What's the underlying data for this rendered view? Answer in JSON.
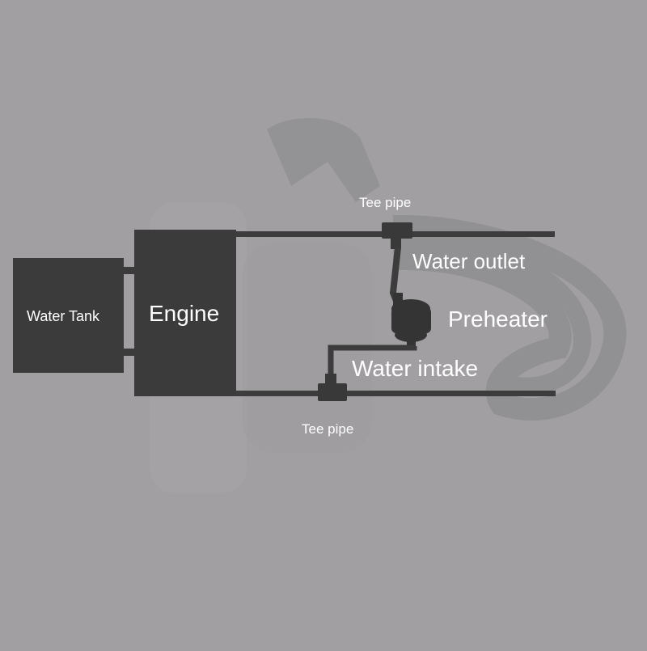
{
  "diagram": {
    "nodes": {
      "water_tank": {
        "label": "Water Tank"
      },
      "engine": {
        "label": "Engine"
      },
      "tee_top": {
        "label": "Tee pipe"
      },
      "tee_bottom": {
        "label": "Tee pipe"
      },
      "preheater": {
        "label": "Preheater"
      }
    },
    "pipe_labels": {
      "outlet": "Water outlet",
      "intake": "Water intake"
    },
    "edges": [
      {
        "from": "water_tank",
        "to": "engine"
      },
      {
        "from": "engine",
        "to": "tee_top"
      },
      {
        "from": "tee_top",
        "to": "preheater"
      },
      {
        "from": "preheater",
        "to": "tee_bottom"
      },
      {
        "from": "tee_bottom",
        "to": "engine"
      }
    ],
    "colors": {
      "background": "#a19fa2",
      "component": "#3c3b3c",
      "pipe": "#3d3c3d",
      "text": "#ffffff"
    }
  }
}
